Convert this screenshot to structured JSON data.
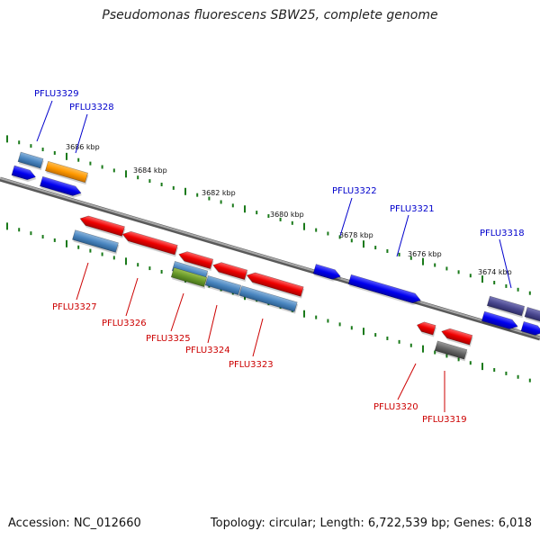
{
  "title": "Pseudomonas fluorescens SBW25, complete genome",
  "accession": "Accession: NC_012660",
  "summary": "Topology: circular; Length: 6,722,539 bp; Genes: 6,018",
  "colors": {
    "forward_label": "#0000cc",
    "reverse_label": "#cc0000",
    "backbone": "#808080",
    "tick": "#1a7a1a"
  },
  "scale_labels": [
    "3686 kbp",
    "3684 kbp",
    "3682 kbp",
    "3680 kbp",
    "3678 kbp",
    "3676 kbp",
    "3674 kbp"
  ],
  "genes_forward": [
    "PFLU3329",
    "PFLU3328",
    "PFLU3322",
    "PFLU3321",
    "PFLU3318"
  ],
  "genes_reverse": [
    "PFLU3327",
    "PFLU3326",
    "PFLU3325",
    "PFLU3324",
    "PFLU3323",
    "PFLU3320",
    "PFLU3319"
  ]
}
